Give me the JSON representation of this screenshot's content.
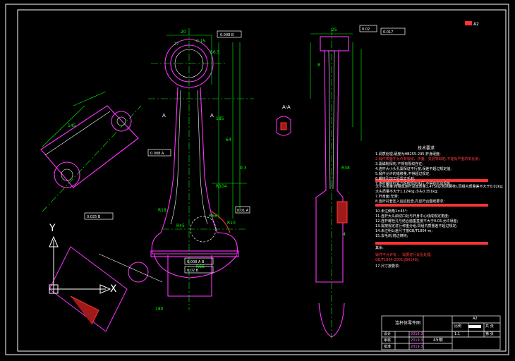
{
  "drawing": {
    "sheet_size": "A2",
    "dims": {
      "d1": "20",
      "d2": "56.5",
      "d3": "27",
      "d4": "185",
      "d5": "64",
      "d6": "0.15",
      "d7": "0.3",
      "d8": "R104",
      "d9": "R66",
      "d10": "R10",
      "d11": "R45",
      "d12": "R18",
      "d13": "8",
      "d14": "25",
      "d15": "R38",
      "d16": "145",
      "d17": "4",
      "d18": "180",
      "d19": "R66"
    },
    "tol": {
      "t1": "0.008 B",
      "t2": "0.008 A",
      "t3": "0.025 B",
      "t4": "0.01 A",
      "t5": "0.008 A B",
      "t6": "0.02 B",
      "t7": "0.017",
      "t8": "0.02"
    },
    "section": {
      "label": "A-A",
      "leftA": "A",
      "rightA": "A"
    },
    "axis": {
      "y": "Y",
      "x": "X"
    },
    "notes": {
      "title": "技术要求",
      "lines": [
        "1.调质处理,硬度为HB255-295,杆身硬度;",
        "2.锻件表面不允许有裂纹、折叠、夹层等缺陷,不能有严重的氧化皮;",
        "3.需磁粉探伤,不得有裂纹存在;",
        "4.连杆大小头孔需保证平行度,误差不超过规定值;",
        "5.锻件允许的错移量,不得超过规定;",
        "6.螺栓孔加工后需去毛刺;",
        "7.连杆螺栓拧紧力矩按规定执行,不得有松动现象;",
        "",
        "大小头重量:按组成连杆总成质量1.475kg(包括螺栓),同组内质量差不大于0.02kg;",
        "大头质量不大于1.124kg,小头0.351kg;",
        "7.杆身面:光滑;",
        "8.连杆衬套压入后应检查,孔径符合图纸要求;",
        "",
        "10.未注倒角1×45°;",
        "11.连杆大头斜切口处与杆身中心线成规定角度;",
        "12.连杆螺栓孔与结合面垂直度不大于0.03,允许误差;",
        "13.需按规定进行称重分组,同组内质量差不超过规定;",
        "14.未注明公差尺寸按GB/T1804-m;",
        "15.去毛刺,锐边倒钝;",
        "",
        "其余:",
        "   锻件不允许有  ，  需要进行去氢处理;",
        "   GB/T1804-2001(JB9148);",
        "17.尺寸按要求;"
      ]
    },
    "title_block": {
      "title": "连杆体零件图",
      "sheet": "A2",
      "material": "45钢",
      "row1": "设计",
      "row2": "审核",
      "row3": "批准",
      "date1": "2019.3",
      "date2": "2019.3",
      "date3": "2019.3",
      "scale_label": "比例",
      "scale_value": "1:1",
      "qty_label": "共 张",
      "page_label": "第 张"
    },
    "top_right_mark": "A2"
  }
}
